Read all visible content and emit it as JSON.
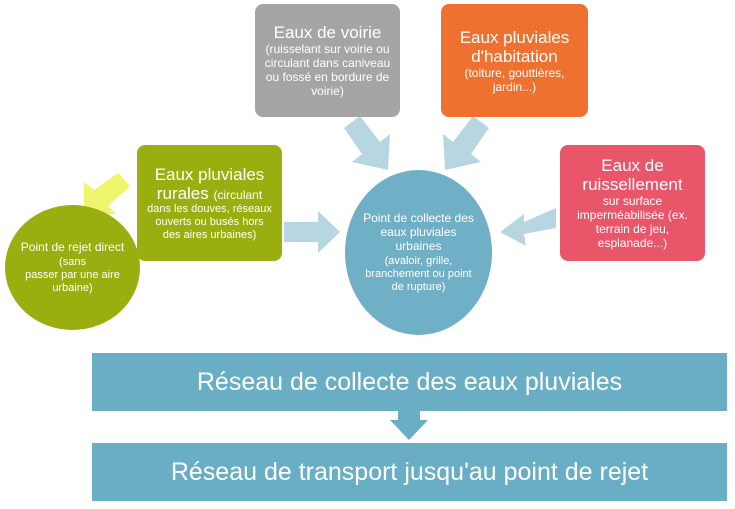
{
  "nodes": {
    "voirie": {
      "title": "Eaux de voirie",
      "detail": "(ruisselant sur voirie ou circulant dans caniveau ou fossé en bordure de voirie)"
    },
    "habitation": {
      "title": "Eaux pluviales d'habitation",
      "detail": "(toiture, gouttières, jardin...)"
    },
    "ruissellement": {
      "title": "Eaux de ruissellement",
      "detail": "sur surface imperméabilisée (ex. terrain de jeu, esplanade...)"
    },
    "rurales": {
      "title": "Eaux pluviales rurales",
      "detail_inline": "(circulant",
      "detail": "dans les douves, réseaux ouverts ou busés hors des aires urbaines)"
    },
    "rejet": {
      "title": "Point de rejet direct",
      "detail_inline": "(sans",
      "detail": "passer par une aire urbaine)"
    },
    "collecte": {
      "title": "Point de collecte des eaux pluviales urbaines",
      "detail": "(avaloir, grille, branchement ou point de rupture)"
    }
  },
  "bars": {
    "collecte": "Réseau de collecte des eaux pluviales",
    "transport": "Réseau de transport jusqu'au point de rejet"
  },
  "colors": {
    "grey": "#a5a5a5",
    "orange": "#ee7130",
    "red": "#e9566a",
    "green": "#9aae0f",
    "blue": "#6fb0c6",
    "bar_blue": "#69aec4",
    "arrow_blue": "#b8d6e1",
    "arrow_yellow": "#eef56a"
  }
}
